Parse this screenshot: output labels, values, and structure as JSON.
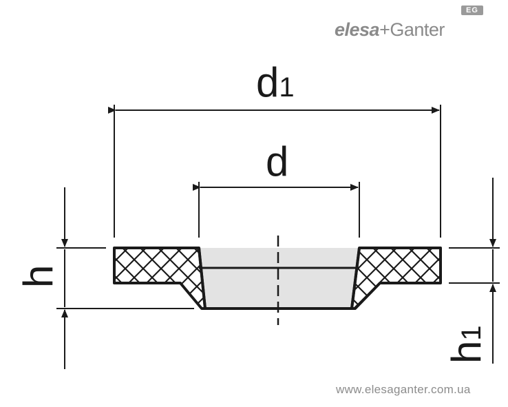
{
  "brand": {
    "name_part1": "elesa",
    "name_part2": "+Ganter",
    "badge": "EG"
  },
  "dimensions": {
    "outer_diameter": {
      "symbol": "d",
      "subscript": "1"
    },
    "inner_diameter": {
      "symbol": "d",
      "subscript": ""
    },
    "height": {
      "symbol": "h",
      "subscript": ""
    },
    "flange_height": {
      "symbol": "h",
      "subscript": "1"
    }
  },
  "website": "www.elesaganter.com.ua",
  "colors": {
    "line": "#1a1a1a",
    "hatch": "#1a1a1a",
    "bore_fill": "#e3e3e3",
    "brand_gray": "#8a8a8a"
  }
}
